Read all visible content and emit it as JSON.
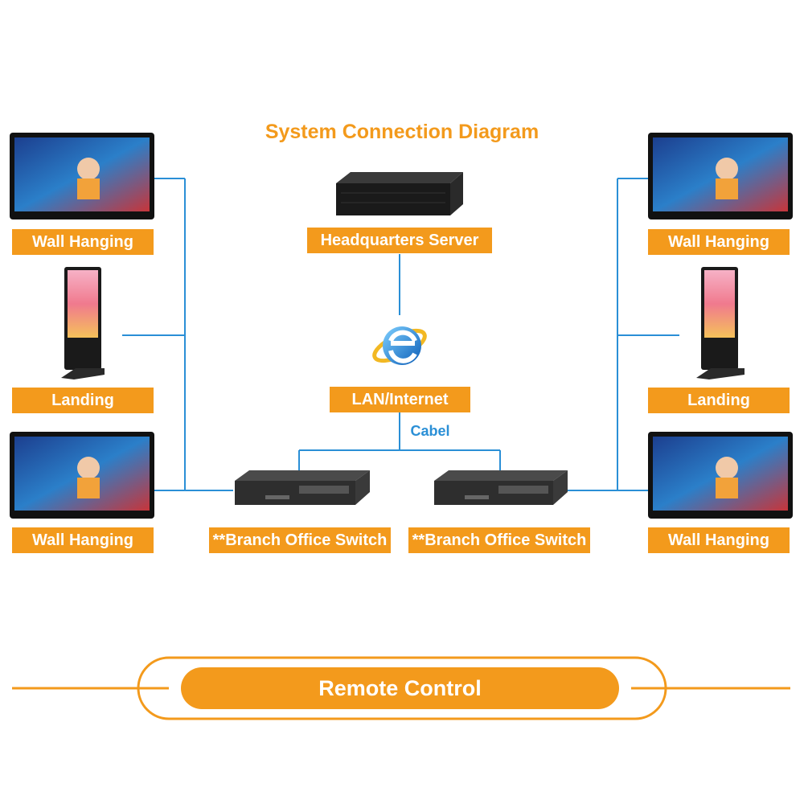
{
  "title": "System Connection Diagram",
  "labels": {
    "server": "Headquarters Server",
    "internet": "LAN/Internet",
    "cable": "Cabel",
    "switch_left": "**Branch Office Switch",
    "switch_right": "**Branch Office Switch",
    "left_top": "Wall Hanging",
    "left_mid": "Landing",
    "left_bottom": "Wall Hanging",
    "right_top": "Wall Hanging",
    "right_mid": "Landing",
    "right_bottom": "Wall Hanging"
  },
  "footer": {
    "remote": "Remote Control"
  },
  "colors": {
    "accent": "#f39a1c",
    "line": "#2a8fd6"
  },
  "icons": [
    "server-icon",
    "internet-explorer-icon",
    "switch-icon",
    "wall-display-icon",
    "kiosk-display-icon"
  ]
}
